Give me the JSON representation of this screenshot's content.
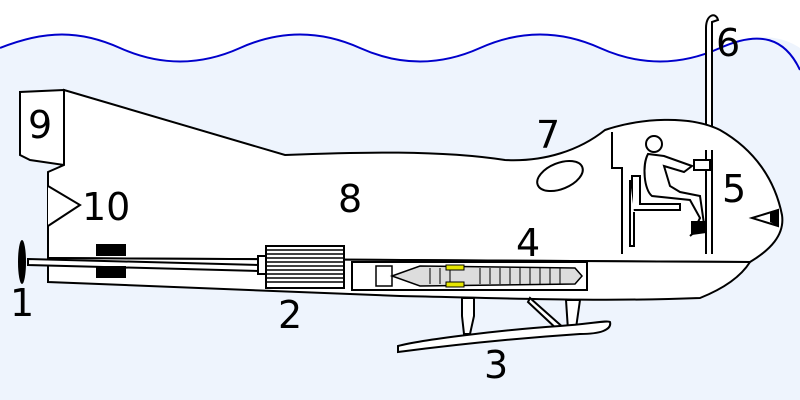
{
  "colors": {
    "water": "#eef4fd",
    "wave": "#0000cc",
    "outline": "#000000",
    "hull": "#ffffff",
    "accent": "#e6e600"
  },
  "callouts": [
    {
      "id": "callout-1",
      "label": "1"
    },
    {
      "id": "callout-2",
      "label": "2"
    },
    {
      "id": "callout-3",
      "label": "3"
    },
    {
      "id": "callout-4",
      "label": "4"
    },
    {
      "id": "callout-5",
      "label": "5"
    },
    {
      "id": "callout-6",
      "label": "6"
    },
    {
      "id": "callout-7",
      "label": "7"
    },
    {
      "id": "callout-8",
      "label": "8"
    },
    {
      "id": "callout-9",
      "label": "9"
    },
    {
      "id": "callout-10",
      "label": "10"
    }
  ]
}
